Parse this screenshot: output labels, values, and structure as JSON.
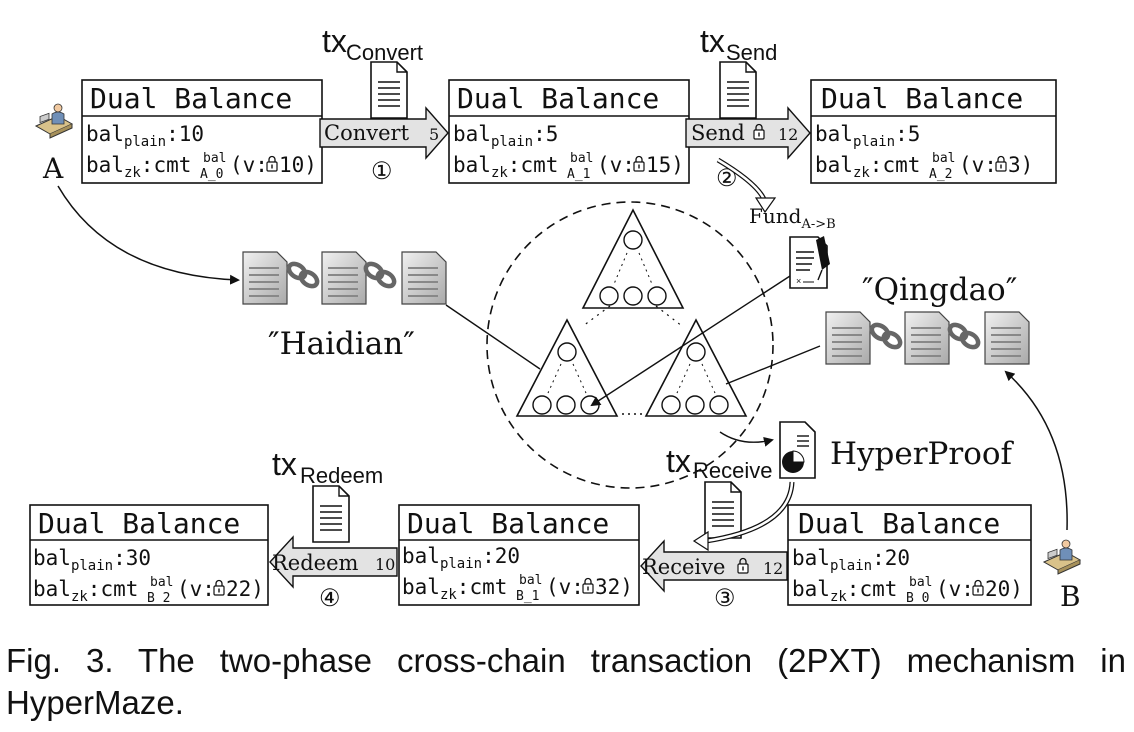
{
  "balances": {
    "a0": {
      "title": "Dual Balance",
      "plain_label": "bal",
      "plain_sub": "plain",
      "plain_value": ":10",
      "zk_label": "bal",
      "zk_sub": "zk",
      "zk_mid": ":cmt",
      "cmt_sup": "bal",
      "cmt_sub": "A_0",
      "v_open": "(v:",
      "v_value": "10)"
    },
    "a1": {
      "title": "Dual Balance",
      "plain_label": "bal",
      "plain_sub": "plain",
      "plain_value": ":5",
      "zk_label": "bal",
      "zk_sub": "zk",
      "zk_mid": ":cmt",
      "cmt_sup": "bal",
      "cmt_sub": "A_1",
      "v_open": "(v:",
      "v_value": "15)"
    },
    "a2": {
      "title": "Dual Balance",
      "plain_label": "bal",
      "plain_sub": "plain",
      "plain_value": ":5",
      "zk_label": "bal",
      "zk_sub": "zk",
      "zk_mid": ":cmt",
      "cmt_sup": "bal",
      "cmt_sub": "A_2",
      "v_open": "(v:",
      "v_value": "3)"
    },
    "b2": {
      "title": "Dual Balance",
      "plain_label": "bal",
      "plain_sub": "plain",
      "plain_value": ":30",
      "zk_label": "bal",
      "zk_sub": "zk",
      "zk_mid": ":cmt",
      "cmt_sup": "bal",
      "cmt_sub": "B_2",
      "v_open": "(v:",
      "v_value": "22)"
    },
    "b1": {
      "title": "Dual Balance",
      "plain_label": "bal",
      "plain_sub": "plain",
      "plain_value": ":20",
      "zk_label": "bal",
      "zk_sub": "zk",
      "zk_mid": ":cmt",
      "cmt_sup": "bal",
      "cmt_sub": "B_1",
      "v_open": "(v:",
      "v_value": "32)"
    },
    "b0": {
      "title": "Dual Balance",
      "plain_label": "bal",
      "plain_sub": "plain",
      "plain_value": ":20",
      "zk_label": "bal",
      "zk_sub": "zk",
      "zk_mid": ":cmt",
      "cmt_sup": "bal",
      "cmt_sub": "B_0",
      "v_open": "(v:",
      "v_value": "20)"
    }
  },
  "transactions": {
    "convert": {
      "tx": "tx",
      "sub": "Convert",
      "arrow_label": "Convert",
      "amount": "5",
      "step": "①"
    },
    "send": {
      "tx": "tx",
      "sub": "Send",
      "arrow_label": "Send",
      "amount": "12",
      "step": "②"
    },
    "receive": {
      "tx": "tx",
      "sub": "Receive",
      "arrow_label": "Receive",
      "amount": "12",
      "step": "③"
    },
    "redeem": {
      "tx": "tx",
      "sub": "Redeem",
      "arrow_label": "Redeem",
      "amount": "10",
      "step": "④"
    }
  },
  "users": {
    "a": "A",
    "b": "B"
  },
  "chains": {
    "left": "″Haidian″",
    "right": "″Qingdao″"
  },
  "fund": {
    "label": "Fund",
    "sub": "A->B"
  },
  "hyperproof": {
    "label": "HyperProof"
  },
  "caption": "Fig. 3. The two-phase cross-chain transaction (2PXT) mechanism in HyperMaze.",
  "colors": {
    "stroke": "#111111",
    "arrow_fill": "#e3e3e3",
    "doc_fill": "#ffffff",
    "block_fill": "#cfcfcf",
    "link_fill": "#777777"
  }
}
